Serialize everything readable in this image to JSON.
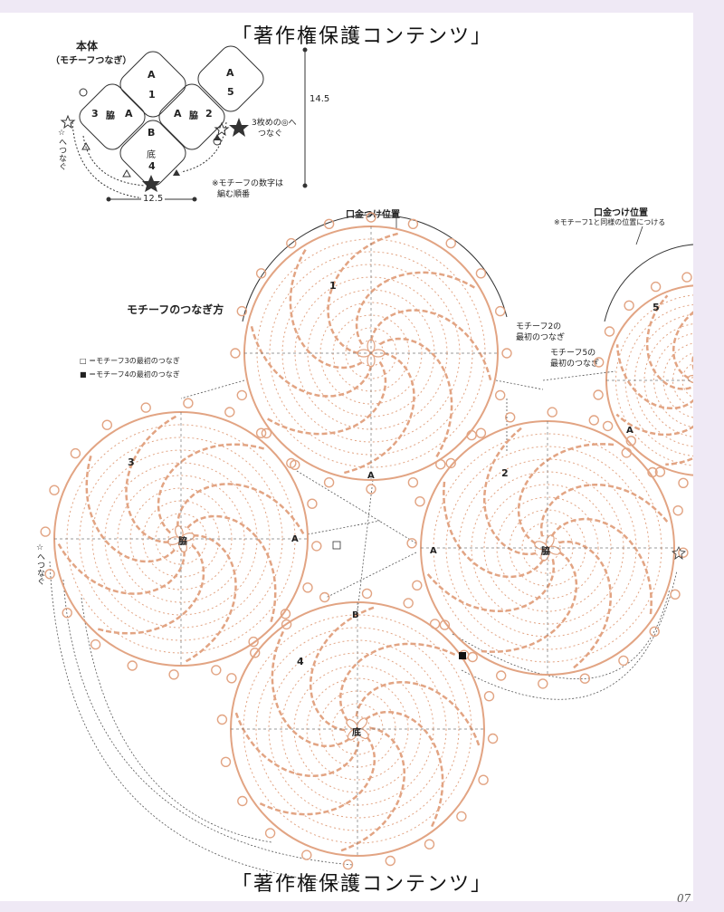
{
  "watermark": "「著作権保護コンテンツ」",
  "page_number": "07",
  "schematic": {
    "title": "本体",
    "subtitle": "（モチーフつなぎ）",
    "note_line1": "※モチーフの数字は",
    "note_line2": "編む順番",
    "height_dim": "14.5",
    "width_dim": "12.5",
    "connect_note_line1": "3枚めの◎へ",
    "connect_note_line2": "つなぐ",
    "side_label": "☆へつなぐ",
    "tiles": [
      {
        "letter": "A",
        "number": "1"
      },
      {
        "letter": "A",
        "number": "5"
      },
      {
        "letter": "A",
        "number": "脇",
        "left": "3"
      },
      {
        "letter": "A",
        "number": "脇",
        "right": "2"
      },
      {
        "letter": "B",
        "number": "4",
        "mid": "底"
      }
    ]
  },
  "diagram": {
    "title": "モチーフのつなぎ方",
    "opening_label_left": "口金つけ位置",
    "opening_label_right": "口金つけ位置",
    "opening_note_right": "※モチーフ1と同様の位置につける",
    "connect_2_line1": "モチーフ2の",
    "connect_2_line2": "最初のつなぎ",
    "connect_5_line1": "モチーフ5の",
    "connect_5_line2": "最初のつなぎ",
    "legend_open": "□ ＝モチーフ3の最初のつなぎ",
    "legend_filled": "■ ＝モチーフ4の最初のつなぎ",
    "side_vertical": "☆へつなぐ",
    "motifs": [
      {
        "number": "1",
        "center": ""
      },
      {
        "number": "2",
        "center": "脇"
      },
      {
        "number": "3",
        "center": "脇"
      },
      {
        "number": "4",
        "center": "底"
      },
      {
        "number": "5",
        "center": ""
      }
    ],
    "joint_labels": [
      "A",
      "A",
      "A",
      "A",
      "B"
    ]
  },
  "colors": {
    "motif": "#e2a483",
    "border": "#efe9f5"
  }
}
